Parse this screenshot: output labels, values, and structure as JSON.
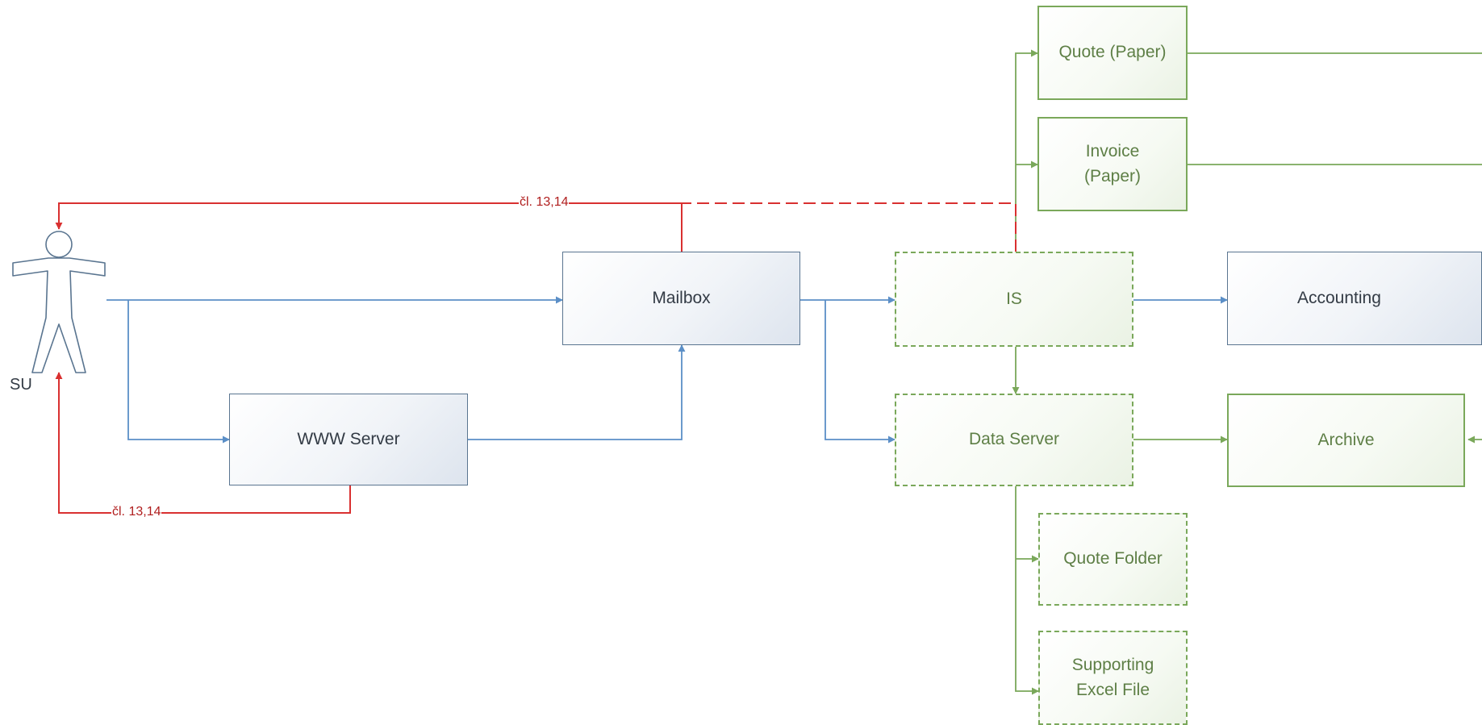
{
  "nodes": {
    "mailbox": "Mailbox",
    "www_server": "WWW Server",
    "is": "IS",
    "data_server": "Data Server",
    "accounting": "Accounting",
    "archive": "Archive",
    "quote_paper": "Quote (Paper)",
    "invoice_paper": "Invoice\n(Paper)",
    "quote_folder": "Quote Folder",
    "supporting_excel": "Supporting\nExcel File"
  },
  "actor": {
    "label": "SU"
  },
  "edge_labels": {
    "top": "čl. 13,14",
    "bottom": "čl. 13,14"
  },
  "colors": {
    "blue": "#5b8fc7",
    "green": "#7aa85a",
    "red": "#d93030"
  }
}
